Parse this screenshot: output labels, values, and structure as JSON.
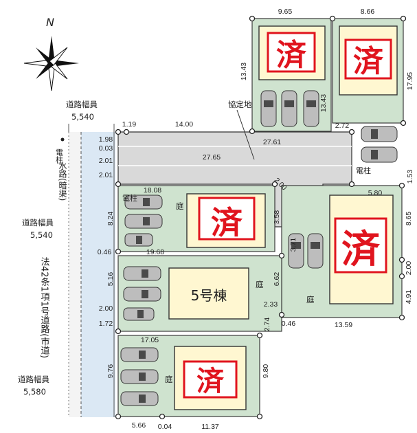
{
  "compass": {
    "north_label": "N"
  },
  "road_widths": {
    "label": "道路幅員",
    "top": "5,540",
    "middle": "5,540",
    "bottom": "5,580"
  },
  "waterway_label": "水路(暗渠)",
  "law_label": "法42条1項1号道路(市道)",
  "pole_label": "電柱",
  "agreement_label": "協定地",
  "garden_label": "庭",
  "sold_mark": "済",
  "house5_label": "5号棟",
  "dimensions": {
    "top_lot1_width": "9.65",
    "top_lot2_width": "8.66",
    "top_lot1_height": "13.43",
    "top_lot2_inner_height": "13.43",
    "top_lot2_right_height": "17.95",
    "road_offset_right": "2.72",
    "road_top_left": "1.19",
    "road_top_length": "14.00",
    "road_row1_left": "1.98",
    "road_row2_left": "0.03",
    "road_row3_left": "2.01",
    "road_row4_left": "2.01",
    "road_inner_length_1": "27.61",
    "road_inner_length_2": "27.65",
    "right_small_1": "1.53",
    "right_lot_top": "5.80",
    "right_lot_height": "8.65",
    "right_lot_mid": "2.00",
    "right_lot_lower": "4.91",
    "right_lot_bottom": "13.59",
    "corner_2_00": "2.00",
    "mid_lot_top": "18.08",
    "mid_lot_left": "8.24",
    "mid_lot_right": "3.58",
    "mid_lot_bottom_left": "0.46",
    "mid_lot_bottom": "19.68",
    "parking_3_71": "3.71",
    "lot5_left": "5.16",
    "lot5_right": "6.62",
    "lot5_left_2": "2.00",
    "lot5_bottom_left": "1.72",
    "lot5_right_small": "2.33",
    "lot5_right_small2": "2.74",
    "lot5_bottom_small": "0.46",
    "bottom_lot_top": "17.05",
    "bottom_lot_left": "9.76",
    "bottom_lot_right": "9.80",
    "bottom_lot_bottom_left": "5.66",
    "bottom_lot_bottom_mid": "0.04",
    "bottom_lot_bottom": "11.37"
  }
}
